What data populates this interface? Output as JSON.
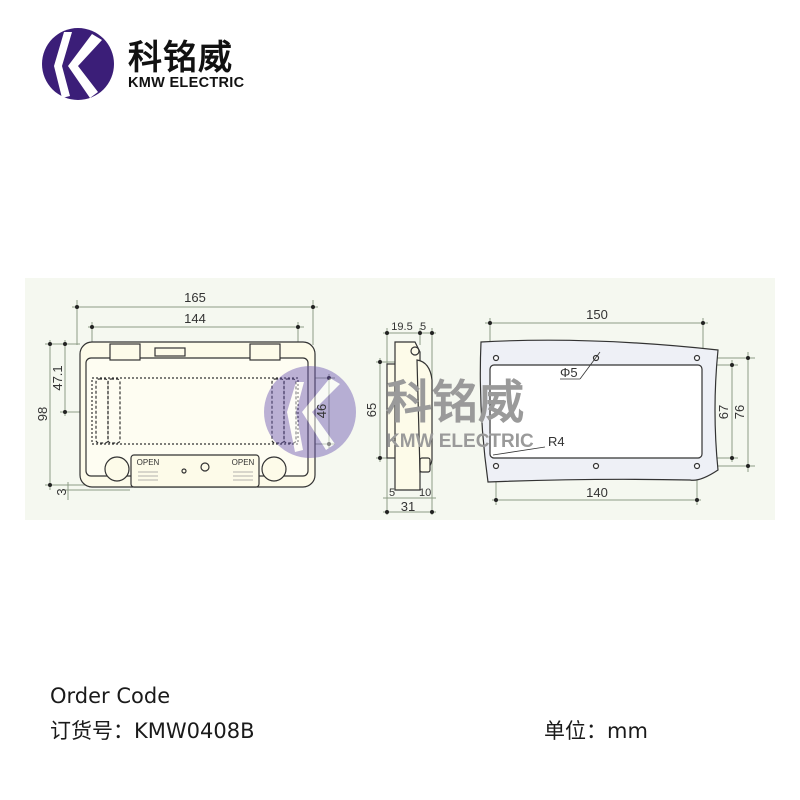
{
  "brand": {
    "name_cn": "科铭威",
    "name_en": "KMW ELECTRIC",
    "color": "#3b1e78"
  },
  "watermark": {
    "name_cn": "科铭威",
    "name_en": "KMW ELECTRIC"
  },
  "front_view": {
    "dims": {
      "width_outer": "165",
      "width_inner": "144",
      "height_outer": "98",
      "height_upper": "47.1",
      "window_height": "46",
      "bottom_offset": "3"
    },
    "labels": {
      "open_left": "OPEN",
      "open_right": "OPEN"
    }
  },
  "side_view": {
    "dims": {
      "top_depth": "19.5",
      "top_lip": "5",
      "height": "65",
      "bottom_lip": "5",
      "bottom_latch": "10",
      "total_depth": "31"
    }
  },
  "cutout_view": {
    "dims": {
      "width_outer": "150",
      "width_holes": "140",
      "height_cutout": "67",
      "height_holes": "76",
      "hole_diameter": "Φ5",
      "corner_radius": "R4"
    }
  },
  "footer": {
    "order_code_title": "Order Code",
    "order_code": "订货号：KMW0408B",
    "unit": "单位：mm"
  }
}
